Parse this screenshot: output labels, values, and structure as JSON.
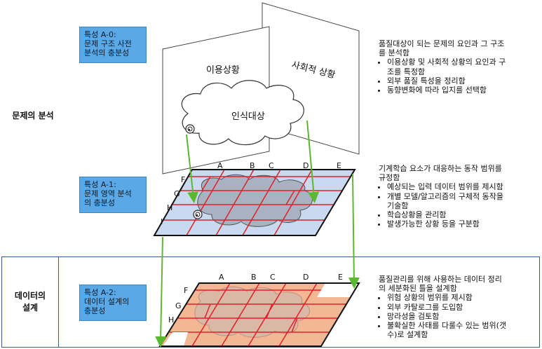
{
  "sections": {
    "problem": "문제의 분석",
    "data_line1": "데이터의",
    "data_line2": "설계"
  },
  "traits": {
    "a0": [
      "특성 A-0:",
      "문제 구조 사전",
      "분석의 충분성"
    ],
    "a1": [
      "특성 A-1:",
      "문제 영역 분석",
      "의 충분성"
    ],
    "a2": [
      "특성 A-2:",
      "데이터 설계의",
      "충분성"
    ]
  },
  "planes": {
    "left": "이용상황",
    "right": "사회적 상황",
    "cloud": "인식대상"
  },
  "grid_labels": {
    "columns": [
      "A",
      "B",
      "C",
      "D",
      "E"
    ],
    "rows": [
      "F",
      "G",
      "H",
      "I"
    ]
  },
  "descriptions": {
    "d0": {
      "head": [
        "품질대상이 되는 문제의 요인과 그 구조",
        "를 분석함"
      ],
      "bullets": [
        [
          "이용상황 및 사회적 상황의 요인과 구",
          "조를 특정함"
        ],
        [
          "외부 품질 특성을 정리함"
        ],
        [
          "동향변화에 따라 입지를 선택함"
        ]
      ]
    },
    "d1": {
      "head": [
        "기계학습 요소가 대응하는 동작 범위를",
        "규정함"
      ],
      "bullets": [
        [
          "예상되는 입력 데이터 범위를 제시함"
        ],
        [
          "개별 모델/알고리즘의 구체적 동작을",
          "기술함"
        ],
        [
          "학습상황을 관리함"
        ],
        [
          "발생가능한 상황 등을 구분함"
        ]
      ]
    },
    "d2": {
      "head": [
        "품질관리를 위해 사용하는 데이터 정리",
        "의 세분화된 틀을 설계함"
      ],
      "bullets": [
        [
          "위험 상황의 범위를 제시함"
        ],
        [
          "외부 카탈로그를 도입함"
        ],
        [
          "망라성을 검토함"
        ],
        [
          "불확실한 사태를 다룰수 있는 범위(갯",
          "수)로 설계함"
        ]
      ]
    }
  },
  "colors": {
    "trait_box": "#5aa9e6",
    "arrow": "#5cb82e",
    "grid_red": "#e0202a",
    "grid_blue_fill": "#c9d9ef",
    "grid_salmon_fill": "#f2b896",
    "band_border": "#2f5f8a"
  }
}
